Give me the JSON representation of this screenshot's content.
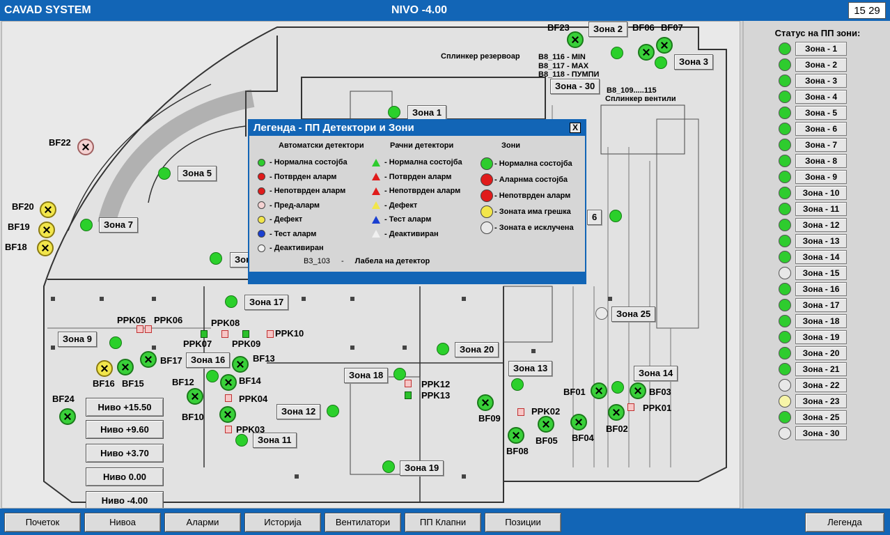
{
  "header": {
    "app": "CAVAD SYSTEM",
    "level": "NIVO -4.00",
    "time": "15 29"
  },
  "sidebar": {
    "title": "Статус на ПП зони:",
    "zones": [
      {
        "label": "Зона - 1",
        "color": "#2ecc2e"
      },
      {
        "label": "Зона - 2",
        "color": "#2ecc2e"
      },
      {
        "label": "Зона - 3",
        "color": "#2ecc2e"
      },
      {
        "label": "Зона - 4",
        "color": "#2ecc2e"
      },
      {
        "label": "Зона - 5",
        "color": "#2ecc2e"
      },
      {
        "label": "Зона - 6",
        "color": "#2ecc2e"
      },
      {
        "label": "Зона - 7",
        "color": "#2ecc2e"
      },
      {
        "label": "Зона - 8",
        "color": "#2ecc2e"
      },
      {
        "label": "Зона - 9",
        "color": "#2ecc2e"
      },
      {
        "label": "Зона - 10",
        "color": "#2ecc2e"
      },
      {
        "label": "Зона - 11",
        "color": "#2ecc2e"
      },
      {
        "label": "Зона - 12",
        "color": "#2ecc2e"
      },
      {
        "label": "Зона - 13",
        "color": "#2ecc2e"
      },
      {
        "label": "Зона - 14",
        "color": "#2ecc2e"
      },
      {
        "label": "Зона - 15",
        "color": "#e8e8e8"
      },
      {
        "label": "Зона - 16",
        "color": "#2ecc2e"
      },
      {
        "label": "Зона - 17",
        "color": "#2ecc2e"
      },
      {
        "label": "Зона - 18",
        "color": "#2ecc2e"
      },
      {
        "label": "Зона - 19",
        "color": "#2ecc2e"
      },
      {
        "label": "Зона - 20",
        "color": "#2ecc2e"
      },
      {
        "label": "Зона - 21",
        "color": "#2ecc2e"
      },
      {
        "label": "Зона - 22",
        "color": "#e8e8e8"
      },
      {
        "label": "Зона - 23",
        "color": "#f7f5a8"
      },
      {
        "label": "Зона - 25",
        "color": "#2ecc2e"
      },
      {
        "label": "Зона - 30",
        "color": "#e8e8e8"
      }
    ]
  },
  "legend": {
    "title": "Легенда - ПП Детектори и Зони",
    "close": "X",
    "col1": {
      "header": "Автоматски детектори",
      "items": [
        {
          "text": "- Нормална состојба",
          "color": "#2ecc2e"
        },
        {
          "text": "- Потврден аларм",
          "color": "#e01b1b"
        },
        {
          "text": "- Непотврден аларм",
          "color": "#e01b1b"
        },
        {
          "text": "- Пред-аларм",
          "color": "#f4d2d2"
        },
        {
          "text": "- Дефект",
          "color": "#f2e64b"
        },
        {
          "text": "- Тест аларм",
          "color": "#1a3fd0"
        },
        {
          "text": "- Деактивиран",
          "color": "#f0f0f0"
        }
      ]
    },
    "col2": {
      "header": "Рачни детектори",
      "items": [
        {
          "text": "- Нормална состојба",
          "color": "#2ecc2e"
        },
        {
          "text": "- Потврден аларм",
          "color": "#e01b1b"
        },
        {
          "text": "- Непотврден аларм",
          "color": "#e01b1b"
        },
        {
          "text": "- Дефект",
          "color": "#f2e64b"
        },
        {
          "text": "- Тест аларм",
          "color": "#1a3fd0"
        },
        {
          "text": "- Деактивиран",
          "color": "#f0f0f0"
        }
      ]
    },
    "col3": {
      "header": "Зони",
      "items": [
        {
          "text": "- Нормална состојба",
          "color": "#2ecc2e"
        },
        {
          "text": "- Аларнма состојба",
          "color": "#e01b1b"
        },
        {
          "text": "- Непотврден аларм",
          "color": "#e01b1b"
        },
        {
          "text": "- Зоната има грешка",
          "color": "#f2e64b"
        },
        {
          "text": "- Зоната е исклучена",
          "color": "#e8e8e8"
        }
      ]
    },
    "label_example": "B3_103",
    "label_sep": "-",
    "label_text": "Лабела на детектор"
  },
  "map": {
    "zones": [
      "Зона 1",
      "Зона 2",
      "Зона 3",
      "Зона - 30",
      "Зона 5",
      "Зона 7",
      "Зона 17",
      "Зона 9",
      "Зона 16",
      "Зона 18",
      "Зона 20",
      "Зона 13",
      "Зона 14",
      "Зона 25",
      "Зона 12",
      "Зона 11",
      "Зона 19",
      "6",
      "Зон"
    ],
    "dampers": [
      "BF22",
      "BF20",
      "BF19",
      "BF18",
      "BF23",
      "BF06",
      "BF07",
      "BF17",
      "BF16",
      "BF15",
      "BF13",
      "BF12",
      "BF14",
      "BF10",
      "BF24",
      "BF09",
      "BF01",
      "BF03",
      "BF02",
      "BF05",
      "BF04",
      "BF08"
    ],
    "rpk": [
      "PPK05",
      "PPK06",
      "PPK08",
      "PPK07",
      "PPK09",
      "PPK10",
      "PPK04",
      "PPK03",
      "PPK12",
      "PPK13",
      "PPK02",
      "PPK01"
    ],
    "sprinkler": {
      "reservoir": "Сплинкер резервоар",
      "b116": "B8_116 - MIN",
      "b117": "B8_117 - MAX",
      "b118": "B8_118 - ПУМПИ",
      "b109": "B8_109.....115",
      "valves": "Сплинкер вентили"
    },
    "levels": [
      "Ниво +15.50",
      "Ниво +9.60",
      "Ниво +3.70",
      "Ниво 0.00",
      "Ниво -4.00"
    ]
  },
  "nav": [
    "Почеток",
    "Нивоа",
    "Аларми",
    "Историја",
    "Вентилатори",
    "ПП Клапни",
    "Позиции"
  ],
  "legend_button": "Легенда"
}
